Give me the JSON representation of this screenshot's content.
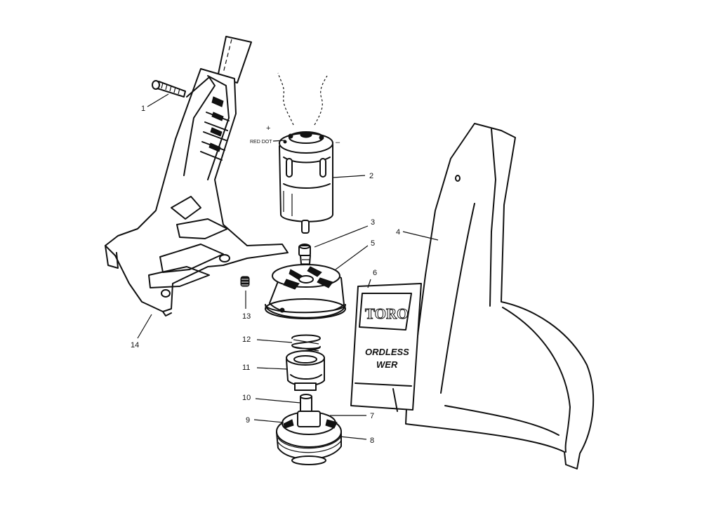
{
  "parts": [
    {
      "number": "1"
    },
    {
      "number": "2"
    },
    {
      "number": "3"
    },
    {
      "number": "4"
    },
    {
      "number": "5"
    },
    {
      "number": "6"
    },
    {
      "number": "7"
    },
    {
      "number": "8"
    },
    {
      "number": "9"
    },
    {
      "number": "10"
    },
    {
      "number": "11"
    },
    {
      "number": "12"
    },
    {
      "number": "13"
    },
    {
      "number": "14"
    }
  ],
  "motor": {
    "red_dot_label": "RED DOT",
    "plus_label": "+",
    "minus_label": "–"
  },
  "decal": {
    "brand": "TORO",
    "line1": "ORDLESS",
    "line2": "WER"
  }
}
